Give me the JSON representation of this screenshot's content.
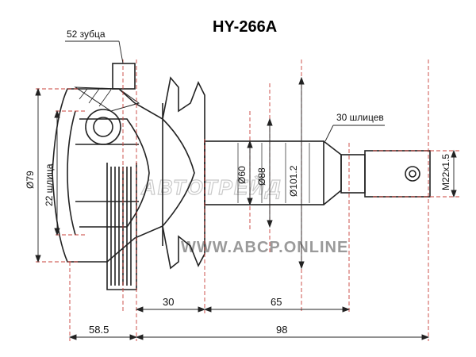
{
  "part_number": "HY-266A",
  "watermark_logo": "АВТОТРЕЙД",
  "watermark_url": "WWW.ABCP.ONLINE",
  "dimensions": {
    "teeth": "52 зубца",
    "outer_diameter": "Ø79",
    "inner_splines": "22 шлица",
    "shaft_diameter": "Ø60",
    "flange_diameter": "Ø88",
    "max_diameter": "Ø101.2",
    "outer_splines": "30 шлицев",
    "thread": "M22x1.5",
    "dim_30": "30",
    "dim_65": "65",
    "dim_58_5": "58.5",
    "dim_98": "98"
  },
  "colors": {
    "line": "#222222",
    "dim": "#c8413a",
    "watermark": "#c9c9c9"
  }
}
